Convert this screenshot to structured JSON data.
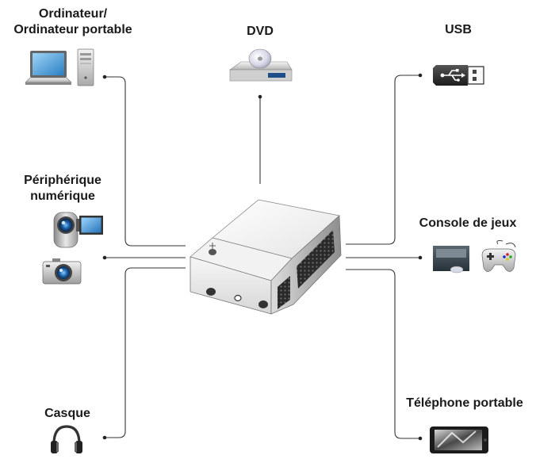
{
  "labels": {
    "computer_line1": "Ordinateur/",
    "computer_line2": "Ordinateur portable",
    "dvd": "DVD",
    "usb": "USB",
    "digital_line1": "Périphérique",
    "digital_line2": "numérique",
    "console": "Console de jeux",
    "headphones": "Casque",
    "phone": "Téléphone portable"
  }
}
